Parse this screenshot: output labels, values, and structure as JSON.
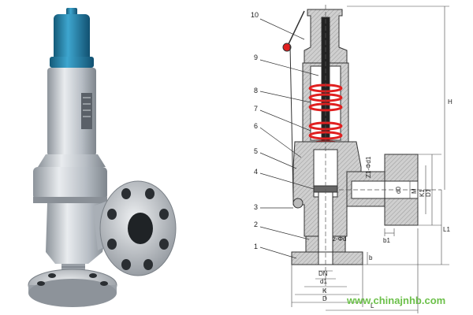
{
  "watermark": "www.chinajnhb.com",
  "callouts": [
    "1",
    "2",
    "3",
    "4",
    "5",
    "6",
    "7",
    "8",
    "9",
    "10"
  ],
  "dimensions": {
    "H": "H",
    "L1": "L1",
    "L": "L",
    "D": "D",
    "K": "K",
    "D1": "D1",
    "d1": "d1",
    "DN": "DN",
    "b1": "b1",
    "b": "b",
    "zd": "z-Φd",
    "z1d1": "Z1-Φd1",
    "K1": "K1",
    "M": "M",
    "d0": "d0"
  },
  "colors": {
    "cap_blue": "#1f7fa6",
    "body_silver": "#b9bfc6",
    "spring_red": "#e02020",
    "drawing_fill": "#c8c8c8",
    "watermark_green": "#6cc04a"
  }
}
